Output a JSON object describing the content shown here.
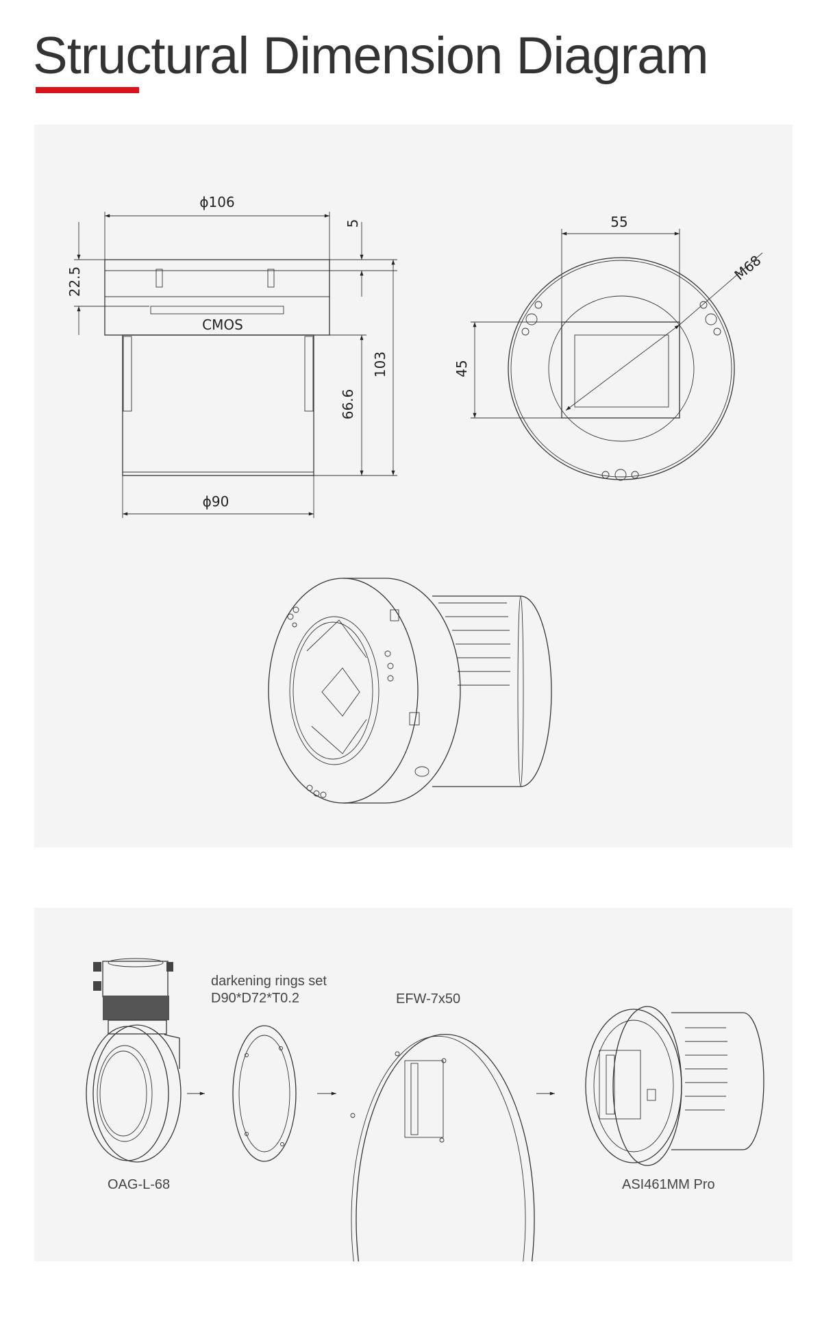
{
  "header": {
    "title": "Structural Dimension Diagram",
    "accent_color": "#d7141a"
  },
  "dimension_panel": {
    "side_view": {
      "top_diameter": "ϕ106",
      "bottom_diameter": "ϕ90",
      "sensor_label": "CMOS",
      "sensor_offset": "22.5",
      "flange": "5",
      "body_length": "66.6",
      "total_length": "103"
    },
    "front_view": {
      "width": "55",
      "height": "45",
      "thread": "M68"
    }
  },
  "assembly_panel": {
    "items": [
      {
        "label": "OAG-L-68"
      },
      {
        "label": "darkening rings set",
        "sublabel": "D90*D72*T0.2"
      },
      {
        "label": "EFW-7x50"
      },
      {
        "label": "ASI461MM Pro"
      }
    ]
  }
}
